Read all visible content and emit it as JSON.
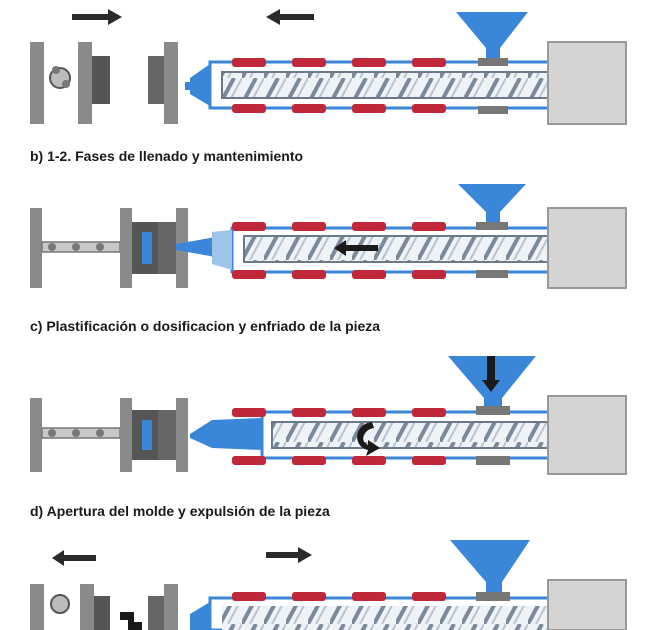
{
  "captions": {
    "b": "b) 1-2. Fases de llenado y mantenimiento",
    "c": "c) Plastificación o dosificacion y enfriado de la pieza",
    "d": "d) Apertura del molde y expulsión de la pieza"
  },
  "colors": {
    "plastic": "#3a86d8",
    "hopper": "#3a86d8",
    "heater": "#c0283a",
    "frame": "#8a8a8a",
    "dark": "#2a2a2a",
    "barrel_fill": "#ffffff"
  },
  "icons": [
    "arrow-right-icon",
    "arrow-left-icon",
    "arrow-down-icon",
    "rotation-arrow-icon"
  ]
}
